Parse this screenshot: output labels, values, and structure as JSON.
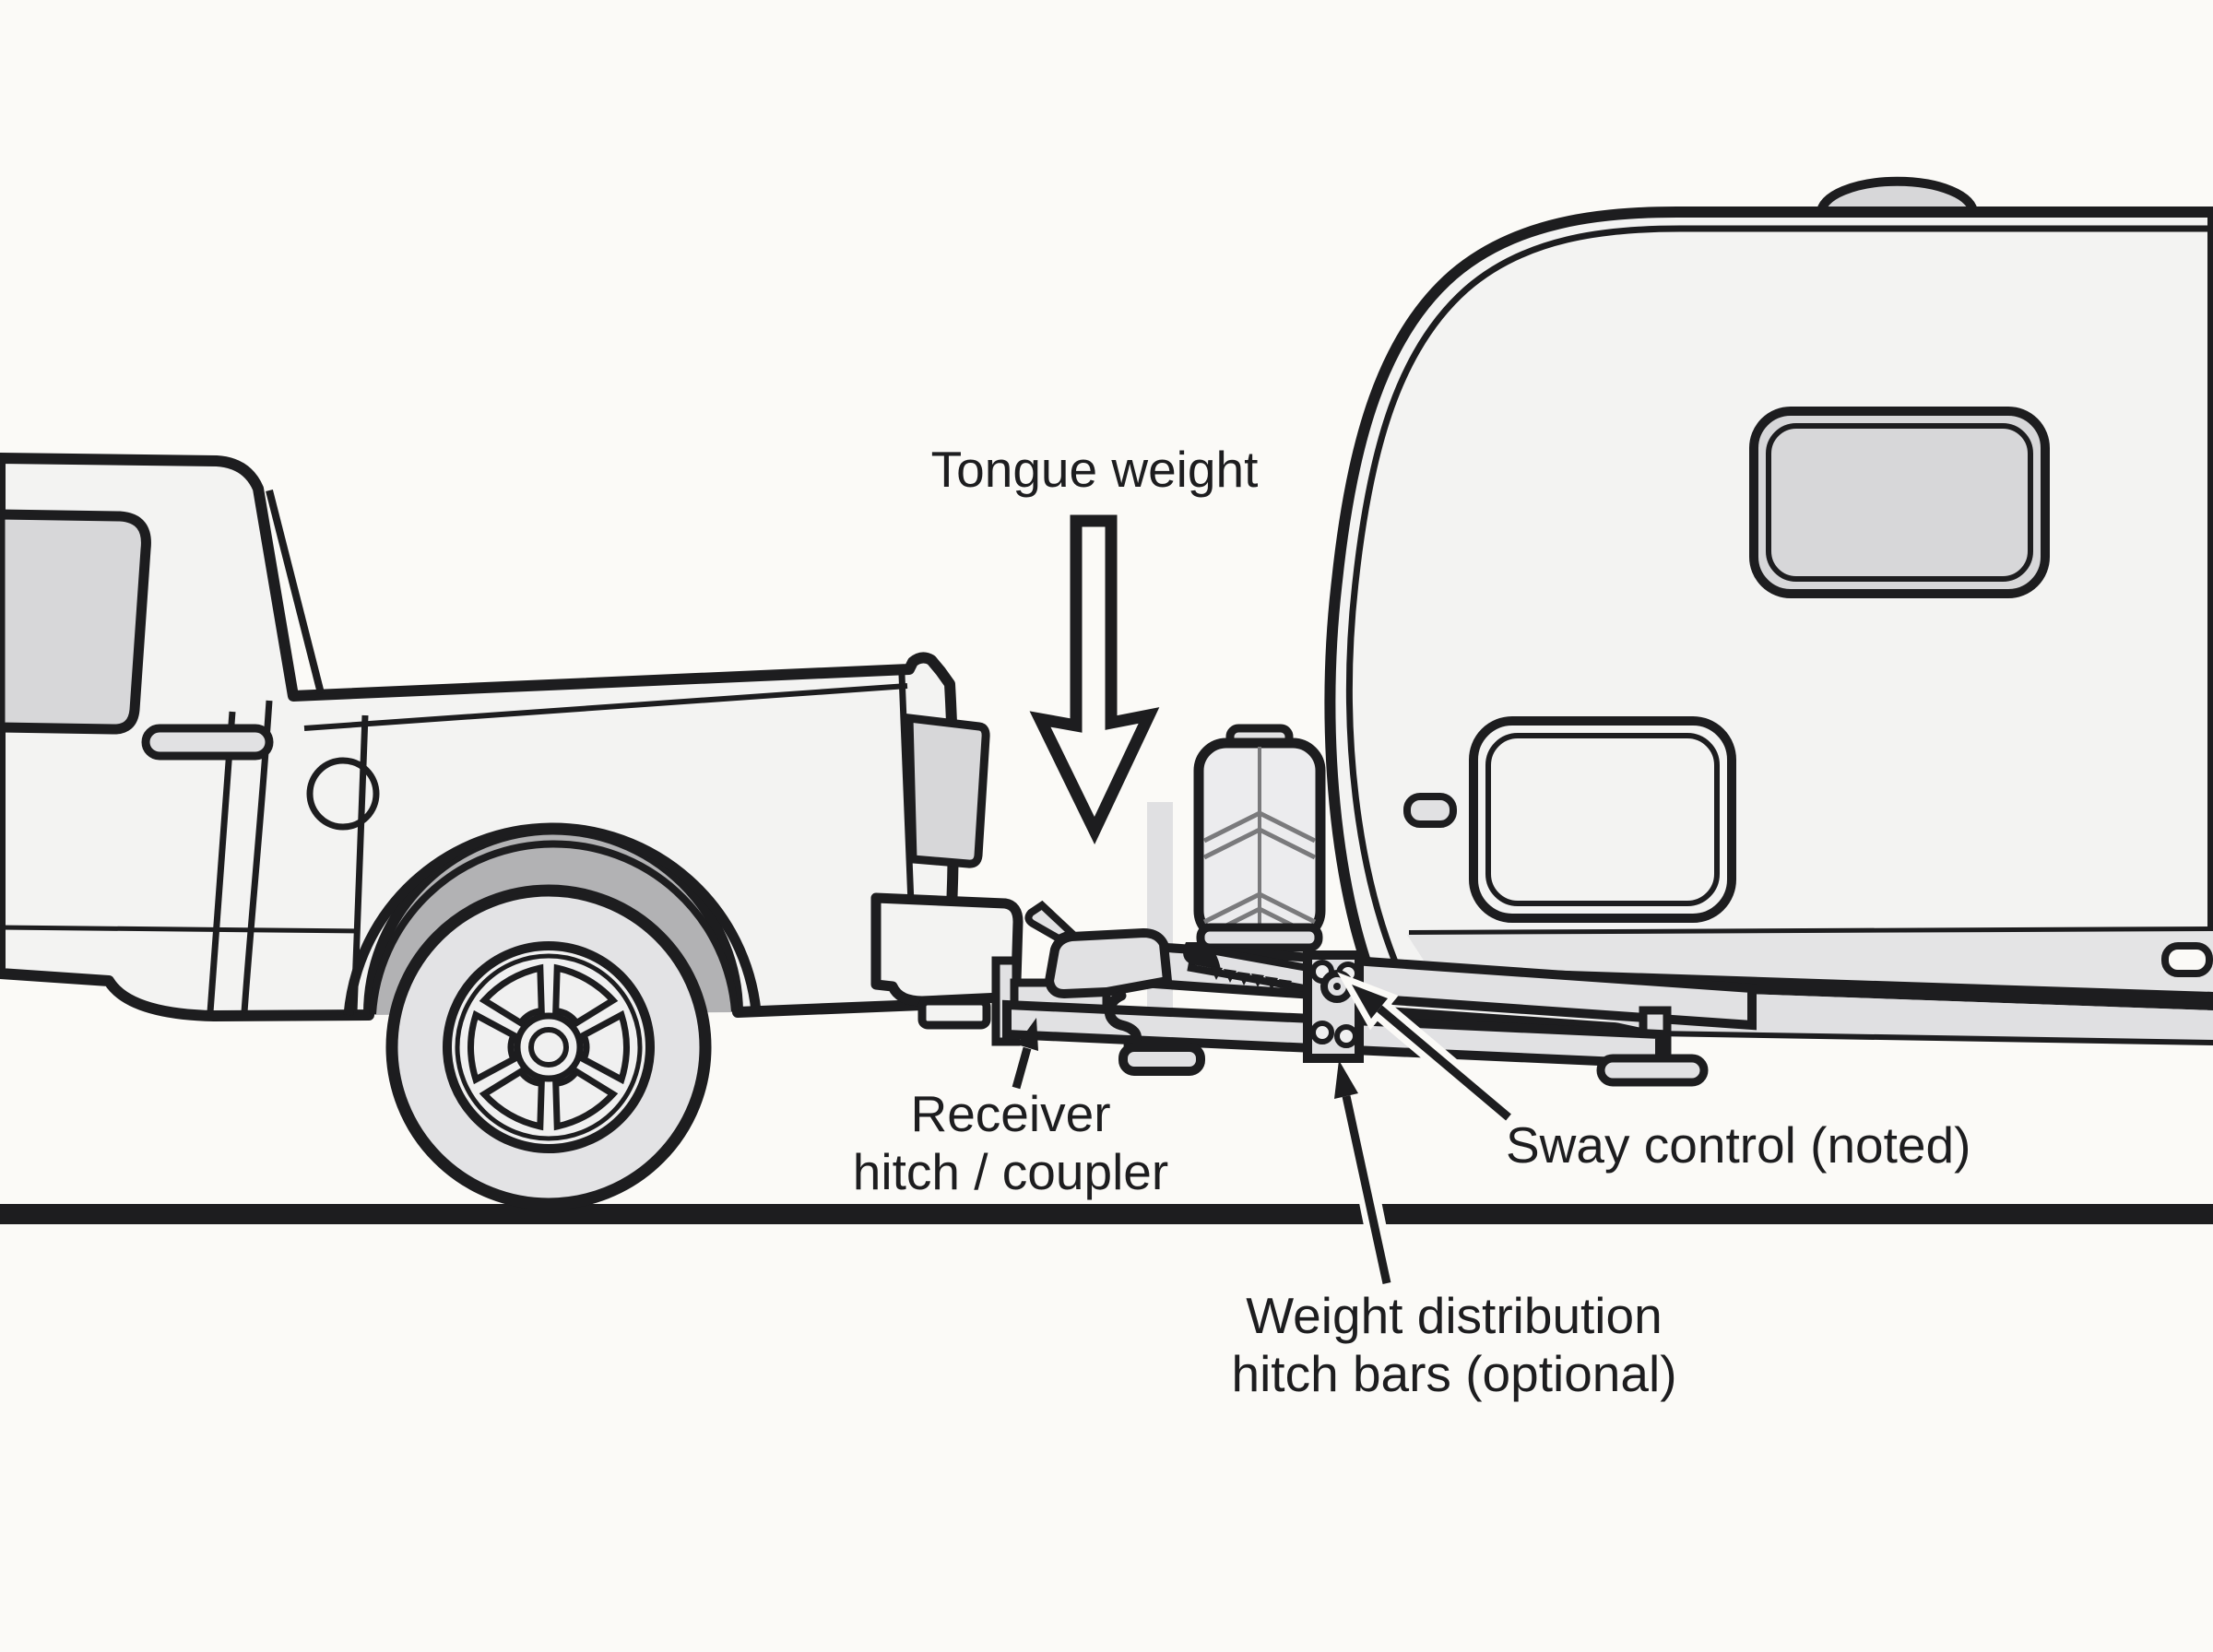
{
  "diagram": {
    "labels": {
      "tongue_weight": "Tongue weight",
      "receiver_hitch_line1": "Receiver",
      "receiver_hitch_line2": "hitch / coupler",
      "sway_control": "Sway control (noted)",
      "weight_distribution_line1": "Weight distribution",
      "weight_distribution_line2": "hitch bars (optional)"
    },
    "icons": {
      "tongue_weight_arrow": "down-arrow",
      "receiver_pointer": "up-arrowhead",
      "sway_control_pointer": "up-left-arrowhead",
      "weight_distribution_pointer": "up-arrowhead"
    },
    "colors": {
      "ink": "#1d1d1f",
      "background": "#fbfaf7",
      "body_fill": "#f3f3f2",
      "glass_fill": "#d7d7d9",
      "shadow_fill": "#b2b2b4",
      "metal_fill": "#e1e1e3",
      "tire_fill": "#e3e3e5",
      "band_fill": "#e4e4e5",
      "frame_fill": "#e0e0e2"
    }
  }
}
